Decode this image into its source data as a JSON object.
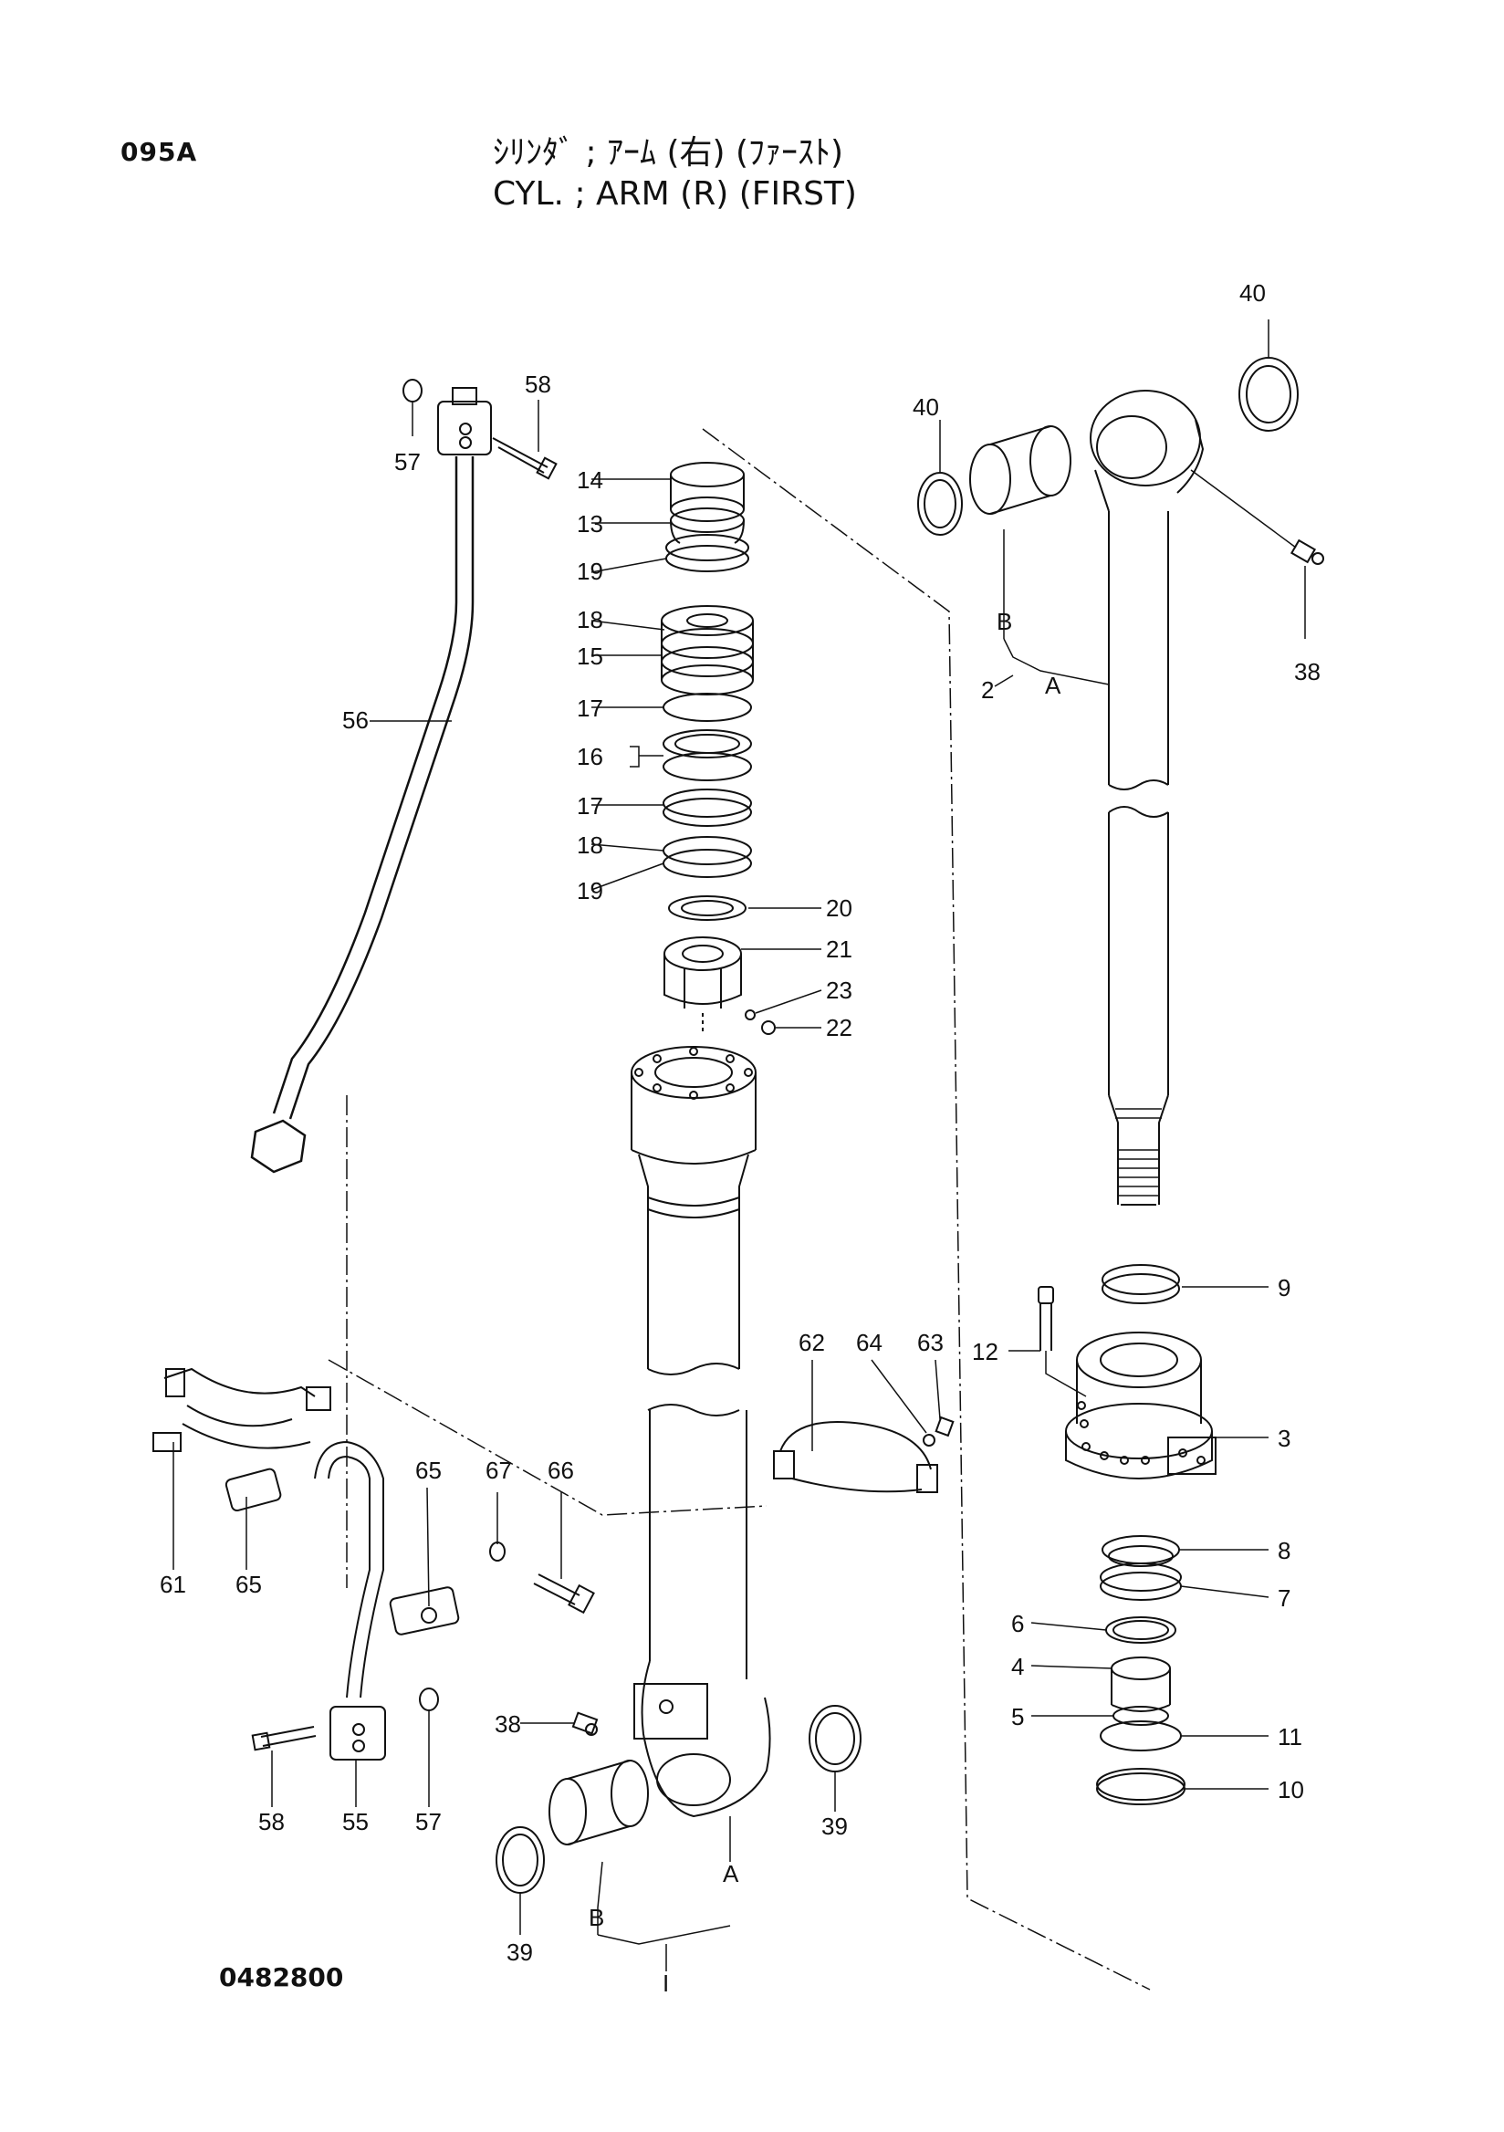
{
  "header": {
    "page_code": "095A",
    "title_jp": "ｼﾘﾝﾀﾞ ; ｱｰﾑ (右) (ﾌｧｰｽﾄ)",
    "title_en": "CYL. ; ARM (R) (FIRST)"
  },
  "footer": {
    "drawing_number": "0482800"
  },
  "part_labels": [
    "40",
    "40",
    "58",
    "57",
    "14",
    "13",
    "19",
    "18",
    "15",
    "17",
    "16",
    "17",
    "18",
    "19",
    "20",
    "21",
    "23",
    "22",
    "56",
    "2",
    "A",
    "B",
    "38",
    "9",
    "12",
    "3",
    "62",
    "64",
    "63",
    "65",
    "67",
    "66",
    "61",
    "65",
    "8",
    "7",
    "6",
    "4",
    "5",
    "11",
    "10",
    "38",
    "58",
    "55",
    "57",
    "39",
    "39",
    "A",
    "B",
    "I"
  ]
}
